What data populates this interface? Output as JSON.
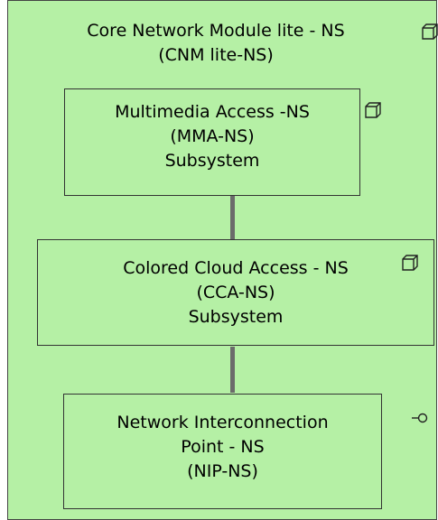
{
  "container": {
    "title_line1": "Core Network Module lite - NS",
    "title_line2": "(CNM lite-NS)"
  },
  "elements": [
    {
      "line1": "Multimedia Access -NS",
      "line2": "(MMA-NS)",
      "line3": "Subsystem",
      "icon": "node-icon"
    },
    {
      "line1": "Colored Cloud Access - NS",
      "line2": "(CCA-NS)",
      "line3": "Subsystem",
      "icon": "node-icon"
    },
    {
      "line1": "Network Interconnection",
      "line2": "Point - NS",
      "line3": "(NIP-NS)",
      "icon": "interface-icon"
    }
  ],
  "colors": {
    "fill": "#b5f0a5",
    "connector": "#6b6b6b",
    "border": "#333333"
  }
}
